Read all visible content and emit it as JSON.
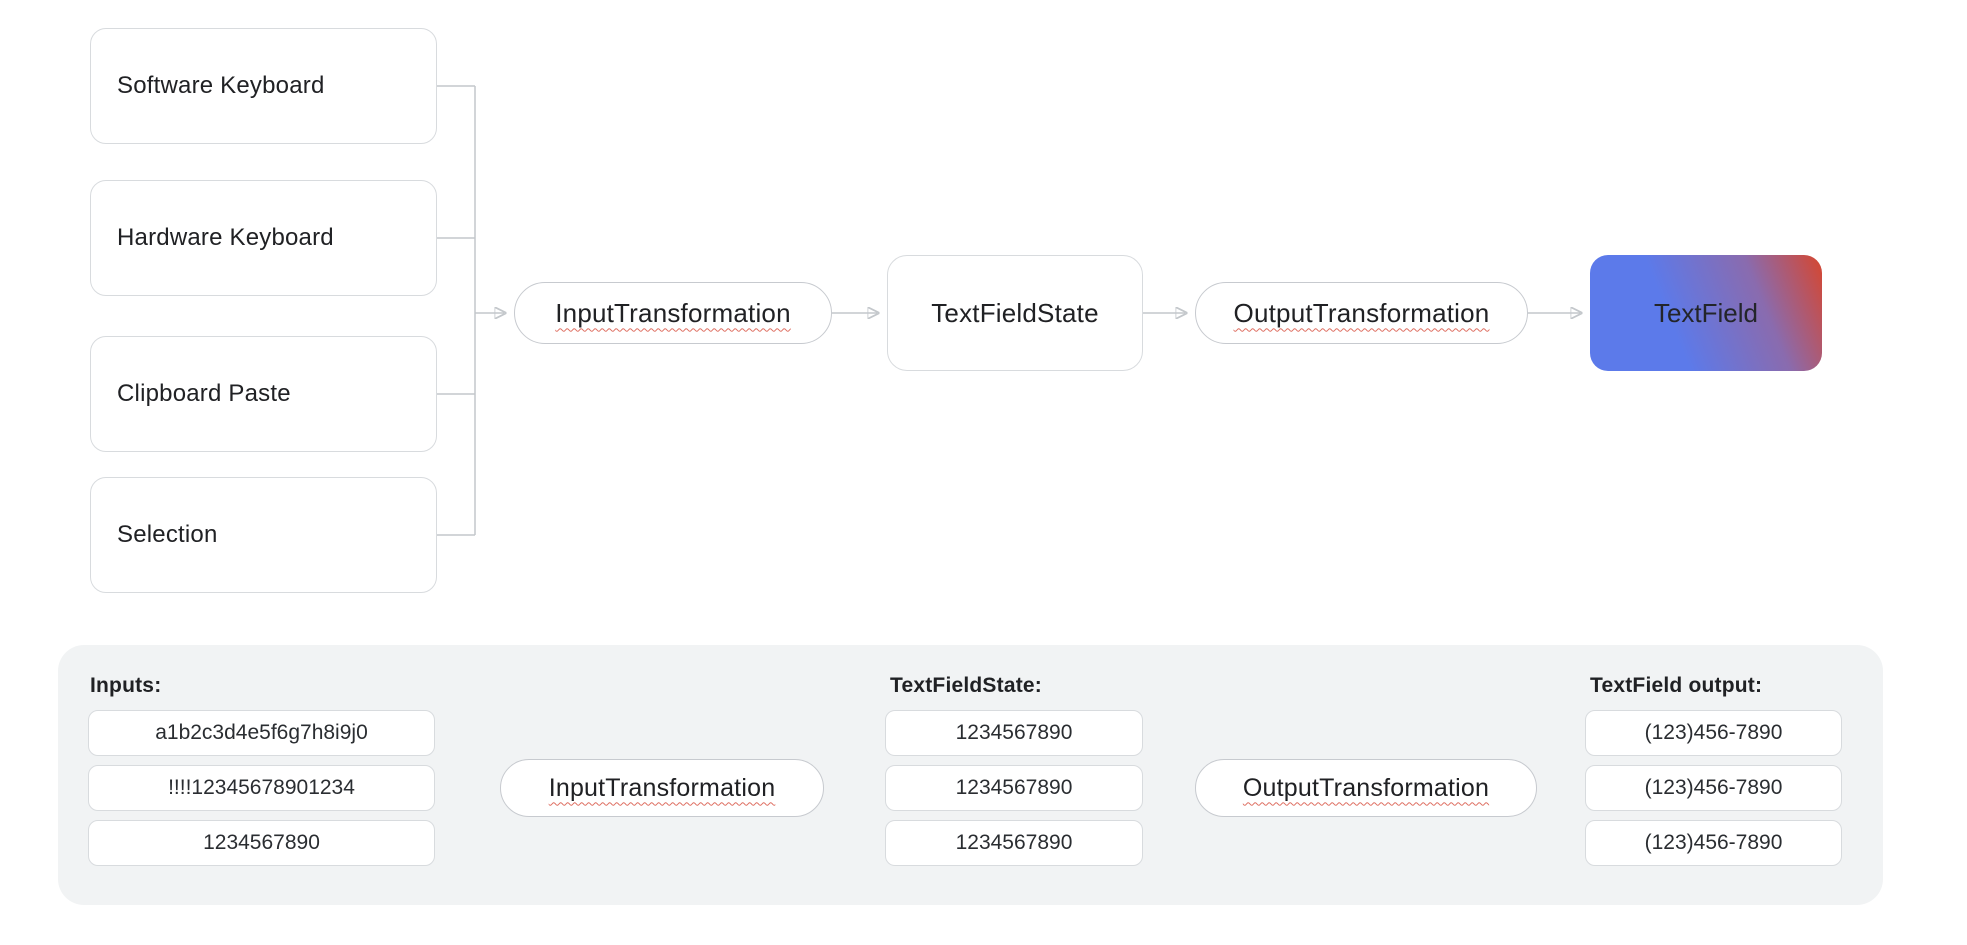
{
  "top_flow": {
    "sources": [
      "Software Keyboard",
      "Hardware Keyboard",
      "Clipboard Paste",
      "Selection"
    ],
    "input_transformation": "InputTransformation",
    "text_field_state": "TextFieldState",
    "output_transformation": "OutputTransformation",
    "text_field": "TextField"
  },
  "example_flow": {
    "inputs_label": "Inputs:",
    "inputs": [
      "a1b2c3d4e5f6g7h8i9j0",
      "!!!!12345678901234",
      "1234567890"
    ],
    "input_transformation": "InputTransformation",
    "state_label": "TextFieldState:",
    "states": [
      "1234567890",
      "1234567890",
      "1234567890"
    ],
    "output_transformation": "OutputTransformation",
    "output_label": "TextField output:",
    "outputs": [
      "(123)456-7890",
      "(123)456-7890",
      "(123)456-7890"
    ]
  },
  "colors": {
    "text": "#202124",
    "box_border": "#d8dbde",
    "pill_border": "#c7cacf",
    "connector_line": "#c3c7cb",
    "arrowhead": "#9aa0a6",
    "panel_background": "#f1f3f4",
    "error_underline": "#de6e61",
    "textfield_gradient_blue": "#5c7aea",
    "textfield_gradient_purple": "#8a6bae",
    "textfield_gradient_red": "#ce4a3c"
  }
}
